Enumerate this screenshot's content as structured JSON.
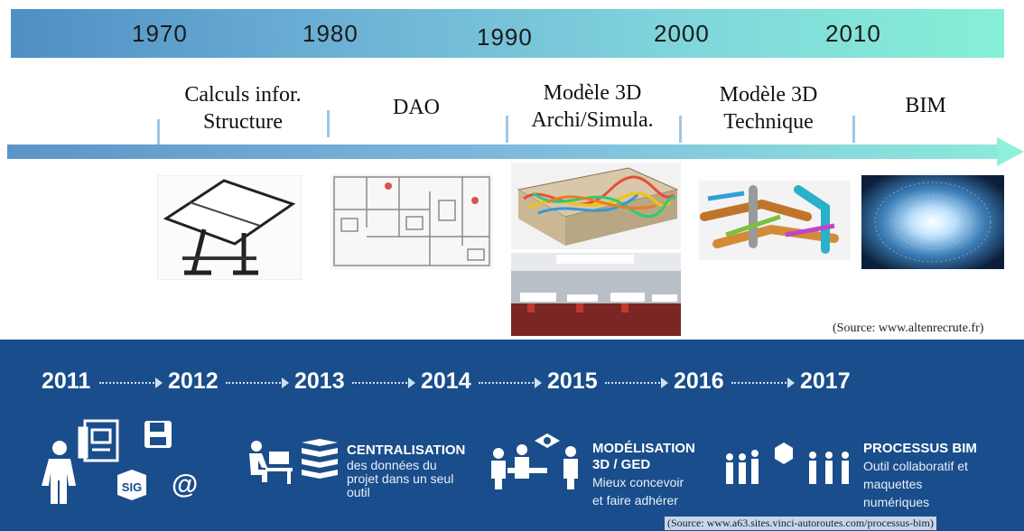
{
  "timeline": {
    "decades": [
      "1970",
      "1980",
      "1990",
      "2000",
      "2010"
    ],
    "eras": [
      {
        "line1": "Calculs infor.",
        "line2": "Structure"
      },
      {
        "line1": "DAO",
        "line2": ""
      },
      {
        "line1": "Modèle 3D",
        "line2": "Archi/Simula."
      },
      {
        "line1": "Modèle 3D",
        "line2": "Technique"
      },
      {
        "line1": "BIM",
        "line2": ""
      }
    ],
    "source": "(Source: www.altenrecrute.fr)"
  },
  "bim_roadmap": {
    "years": [
      "2011",
      "2012",
      "2013",
      "2014",
      "2015",
      "2016",
      "2017"
    ],
    "phase1_badge": "SIG",
    "phase1_at": "@",
    "phases": [
      {
        "title": "CENTRALISATION",
        "subtitle": "",
        "text": [
          "des données du",
          "projet dans un seul",
          "outil"
        ]
      },
      {
        "title": "MODÉLISATION",
        "subtitle": "3D / GED",
        "text": [
          "Mieux concevoir",
          "et faire adhérer"
        ]
      },
      {
        "title": "PROCESSUS BIM",
        "subtitle": "",
        "text": [
          "Outil collaboratif et",
          "maquettes",
          "numériques"
        ]
      }
    ],
    "source": "(Source: www.a63.sites.vinci-autoroutes.com/processus-bim)"
  },
  "colors": {
    "band_dark": "#1a4d8b",
    "gradient_start": "#4f8fc4",
    "gradient_end": "#86f0d6"
  }
}
